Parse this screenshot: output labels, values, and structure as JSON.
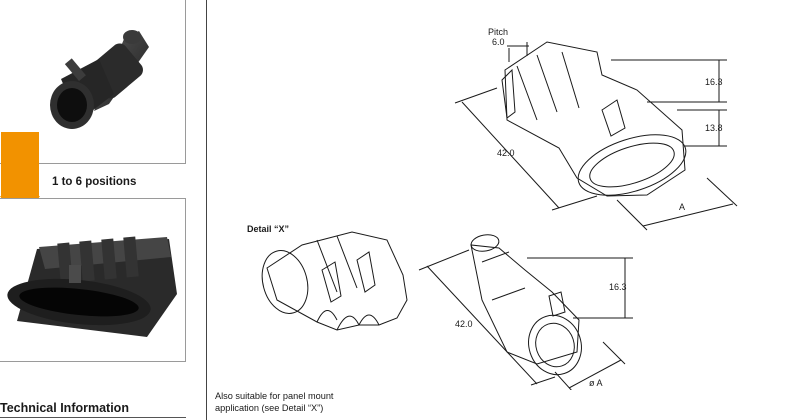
{
  "left_panel": {
    "positions_label": "1 to 6 positions",
    "section_heading": "Technical Information",
    "accent_color": "#f29200"
  },
  "drawing": {
    "pitch_label": "Pitch",
    "pitch_value": "6.0",
    "dim_height_top": "16.3",
    "dim_offset": "13.8",
    "dim_length": "42.0",
    "dim_width": "A",
    "detail_label": "Detail “X”",
    "single_dim_height": "16.3",
    "single_dim_length": "42.0",
    "single_dim_diameter": "ø A"
  },
  "note": {
    "line1": "Also suitable for panel mount",
    "line2": "application (see Detail “X”)"
  }
}
